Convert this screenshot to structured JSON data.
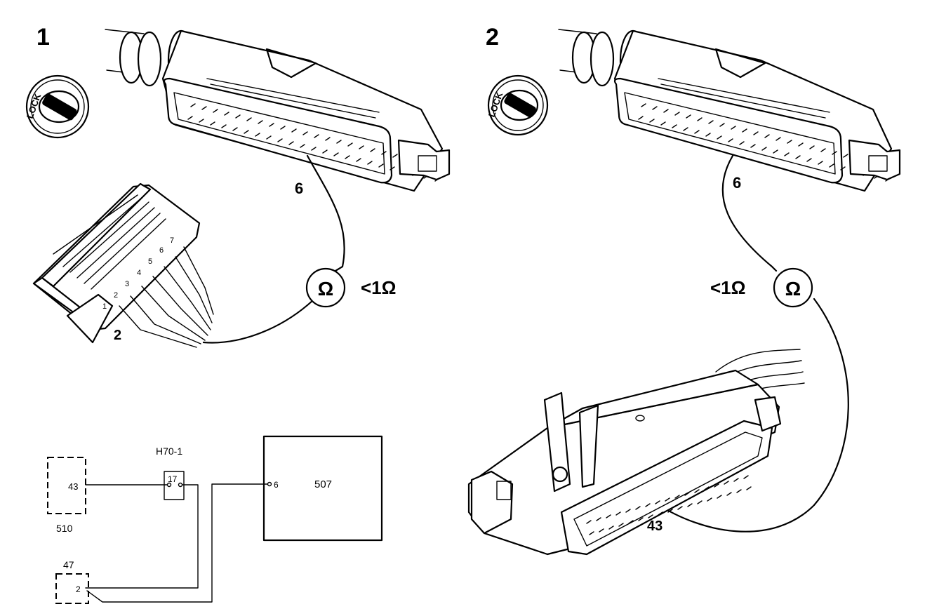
{
  "panels": [
    {
      "number": "1",
      "lock_text": "LOCK",
      "ecu_pin_label": "6",
      "adapter_pin_label": "2",
      "adapter_pin_numbers": [
        "1",
        "2",
        "3",
        "4",
        "5",
        "6",
        "7"
      ],
      "meter_symbol": "Ω",
      "meter_reading": "<1Ω"
    },
    {
      "number": "2",
      "lock_text": "LOCK",
      "ecu_pin_label": "6",
      "meter_symbol": "Ω",
      "meter_reading": "<1Ω",
      "connector_pin_label": "43"
    }
  ],
  "schematic": {
    "connector_label": "H70-1",
    "connector_pin": "17",
    "module_510": {
      "name": "510",
      "pin": "43"
    },
    "module_507": {
      "name": "507",
      "pin": "6"
    },
    "module_47": {
      "name": "47",
      "pin": "2"
    }
  }
}
